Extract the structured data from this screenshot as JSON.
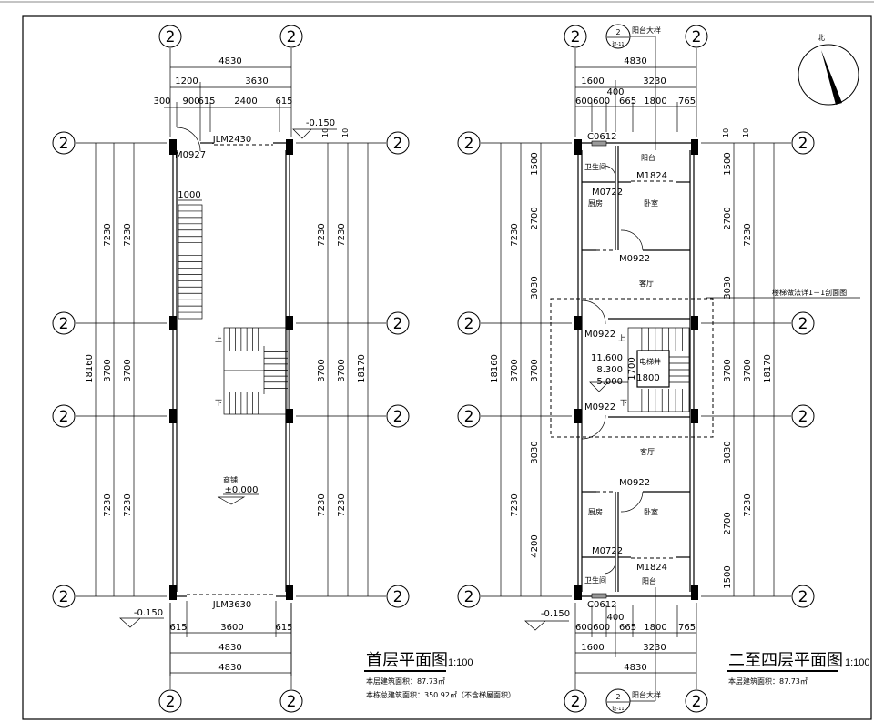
{
  "axis_label": "2",
  "north": {
    "label": "北"
  },
  "detail_ref": {
    "number": "2",
    "sheet": "建-11",
    "label": "阳台大样"
  },
  "ground_floor": {
    "title": "首层平面图",
    "scale": "1:100",
    "area_note": "本层建筑面积：87.73㎡",
    "total_note": "本栋总建筑面积：350.92㎡（不含梯屋面积）",
    "top_dims": [
      "4830",
      "1200",
      "3630",
      "300",
      "900",
      "615",
      "2400",
      "615"
    ],
    "bottom_dims": [
      "615",
      "3600",
      "615",
      "4830",
      "4830"
    ],
    "left_dims": [
      "18160",
      "7230",
      "3700",
      "3700",
      "7230",
      "7230",
      "3700",
      "3700",
      "7230"
    ],
    "right_dims": [
      "7230",
      "3700",
      "3700",
      "7230",
      "7230",
      "3700",
      "3700",
      "7230",
      "18170"
    ],
    "wall_dims": [
      "10",
      "10"
    ],
    "stair_width": "1000",
    "doors": {
      "m0927": "M0927",
      "jlm2430": "JLM2430",
      "jlm3630": "JLM3630"
    },
    "room": "商铺",
    "elevation": "±0.000",
    "elev_top": "-0.150",
    "elev_bottom": "-0.150",
    "stair_up": "上",
    "stair_down": "下"
  },
  "upper_floor": {
    "title": "二至四层平面图",
    "scale": "1:100",
    "area_note": "本层建筑面积：87.73㎡",
    "top_dims": [
      "4830",
      "1600",
      "3230",
      "400",
      "600600",
      "665",
      "1800",
      "765"
    ],
    "bottom_dims": [
      "400",
      "600600",
      "665",
      "1800",
      "765",
      "1600",
      "3230",
      "4830"
    ],
    "left_dims": [
      "18160",
      "7230",
      "7230",
      "1500",
      "2700",
      "3030",
      "3700",
      "3700",
      "3030",
      "4200"
    ],
    "right_dims": [
      "1500",
      "2700",
      "3030",
      "3700",
      "3030",
      "2700",
      "1500",
      "7230",
      "3700",
      "7230",
      "18170"
    ],
    "wall_dims": [
      "10",
      "10"
    ],
    "stair_note": "楼梯做法详1－1剖面图",
    "elev_bottom": "-0.150",
    "rooms": {
      "bath_top": "卫生间",
      "balcony_top": "阳台",
      "kitchen_top": "厨房",
      "bedroom_top": "卧室",
      "living_top": "客厅",
      "elevator": "电梯井",
      "living_bottom": "客厅",
      "kitchen_bottom": "厨房",
      "bedroom_bottom": "卧室",
      "bath_bottom": "卫生间",
      "balcony_bottom": "阳台"
    },
    "doors": {
      "c0612_top": "C0612",
      "m1824_top": "M1824",
      "m0722_top": "M0722",
      "m0922_top": "M0922",
      "m0922_stair_top": "M0922",
      "m0922_stair_bottom": "M0922",
      "m0922_bottom": "M0922",
      "m0722_bottom": "M0722",
      "m1824_bottom": "M1824",
      "c0612_bottom": "C0612"
    },
    "stair": {
      "up": "上",
      "down": "下",
      "levels": [
        "11.600",
        "8.300",
        "5.000"
      ],
      "shaft_depth": "1700",
      "shaft_width": "1800"
    }
  }
}
